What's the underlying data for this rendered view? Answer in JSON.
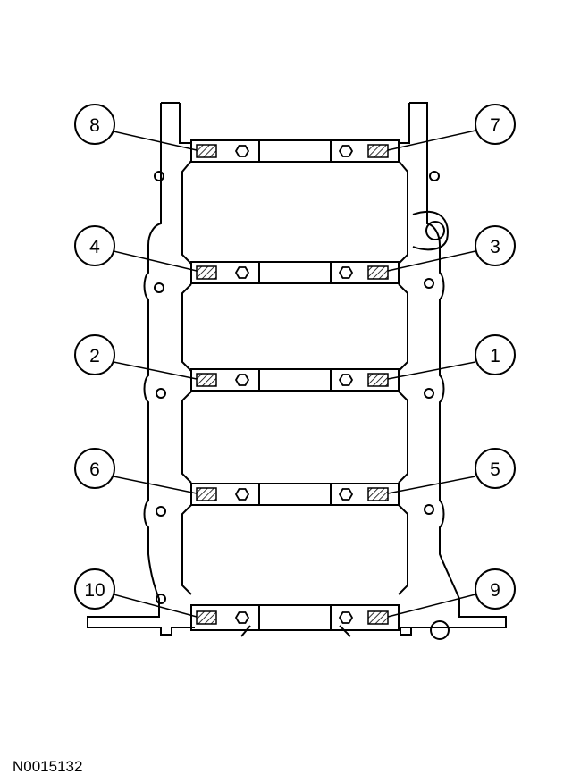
{
  "figure": {
    "reference_id": "N0015132",
    "callouts": [
      {
        "label": "1"
      },
      {
        "label": "2"
      },
      {
        "label": "3"
      },
      {
        "label": "4"
      },
      {
        "label": "5"
      },
      {
        "label": "6"
      },
      {
        "label": "7"
      },
      {
        "label": "8"
      },
      {
        "label": "9"
      },
      {
        "label": "10"
      }
    ]
  }
}
